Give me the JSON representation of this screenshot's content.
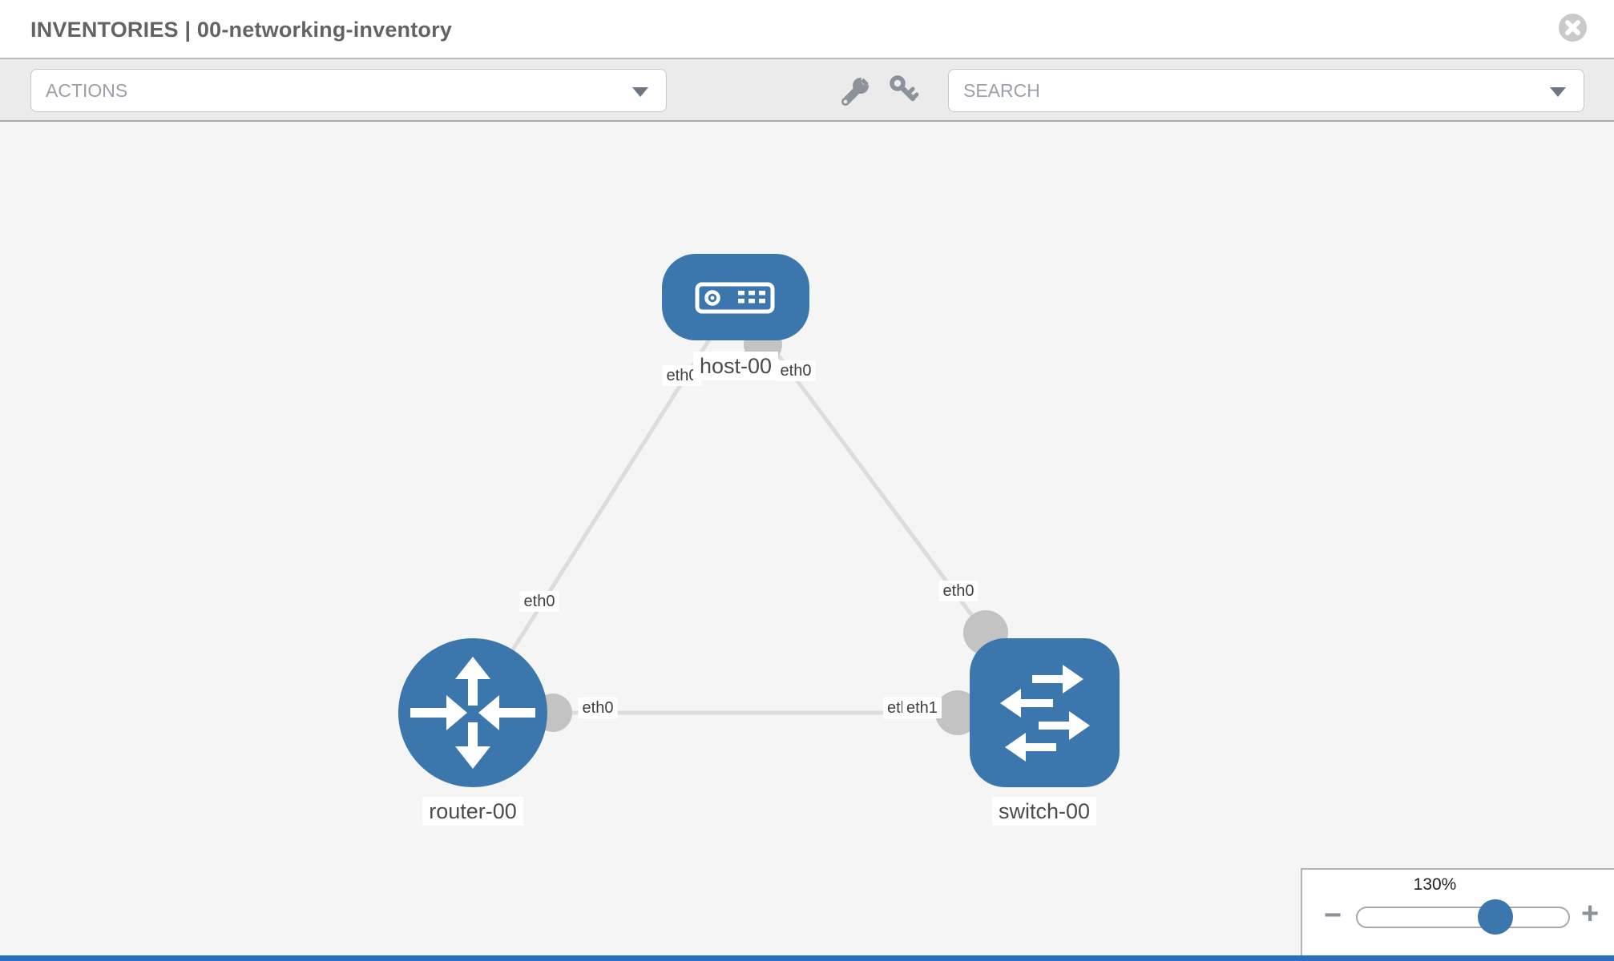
{
  "header": {
    "title": "INVENTORIES | 00-networking-inventory"
  },
  "toolbar": {
    "actions_label": "ACTIONS",
    "search_label": "SEARCH"
  },
  "topology": {
    "nodes": {
      "host": {
        "label": "host-00",
        "type": "host"
      },
      "router": {
        "label": "router-00",
        "type": "router"
      },
      "switch": {
        "label": "switch-00",
        "type": "switch"
      }
    },
    "links": [
      {
        "from": "host-00",
        "to": "router-00",
        "from_interface": "eth0",
        "to_interface": "eth0"
      },
      {
        "from": "host-00",
        "to": "switch-00",
        "from_interface": "eth0",
        "to_interface": "eth0"
      },
      {
        "from": "router-00",
        "to": "switch-00",
        "from_interface": "eth0",
        "to_interface": "eth1"
      }
    ],
    "interface_labels": {
      "host_router_host": "eth0",
      "host_router_router": "eth0",
      "host_switch_host": "eth0",
      "host_switch_switch": "eth0",
      "router_switch_router": "eth0",
      "router_switch_switch_under": "eth0",
      "router_switch_switch_over": "eth1"
    }
  },
  "zoom_control": {
    "level": "130%",
    "minus": "−",
    "plus": "+"
  },
  "colors": {
    "node_blue": "#3b77ad",
    "link_gray": "#dcdcdc",
    "connector_gray": "#c3c3c3",
    "bottom_bar_blue": "#2b6fc0",
    "canvas_bg": "#f5f5f5",
    "toolbar_bg": "#ebebeb"
  }
}
